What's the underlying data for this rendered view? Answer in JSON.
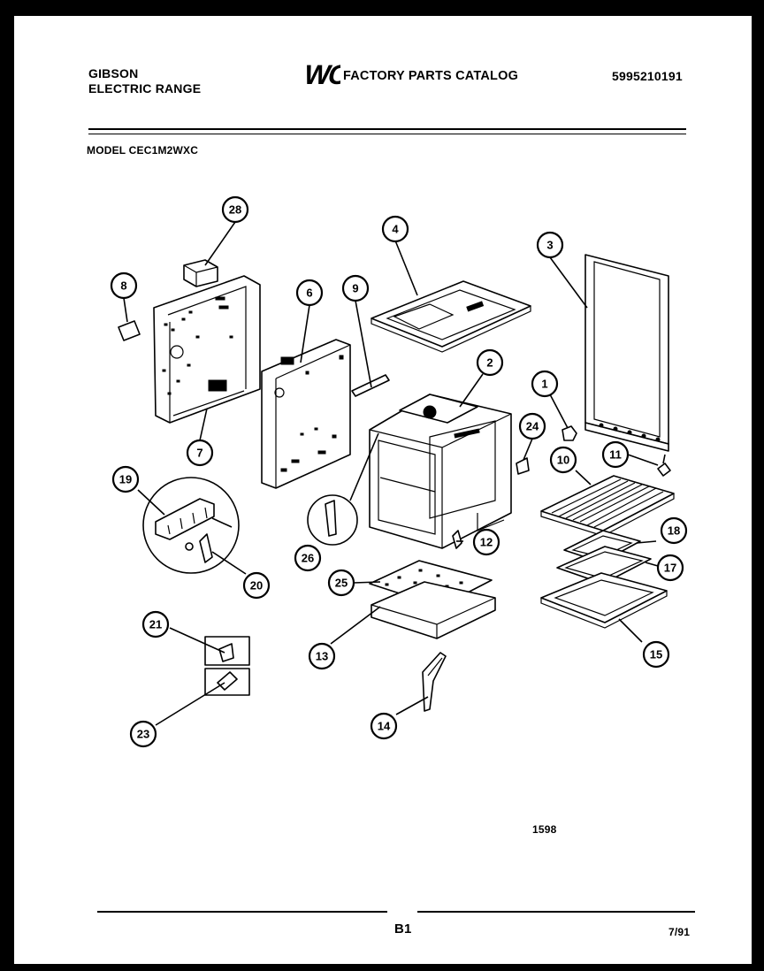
{
  "header": {
    "brand": "GIBSON",
    "product": "ELECTRIC RANGE",
    "logo_text": "WCI",
    "catalog_title": "FACTORY PARTS CATALOG",
    "catalog_number": "5995210191",
    "model": "MODEL CEC1M2WXC"
  },
  "diagram": {
    "callouts": [
      "28",
      "8",
      "6",
      "9",
      "4",
      "3",
      "7",
      "2",
      "1",
      "24",
      "10",
      "11",
      "19",
      "20",
      "26",
      "12",
      "25",
      "18",
      "17",
      "15",
      "21",
      "13",
      "23",
      "14"
    ]
  },
  "footer": {
    "drawing_number": "1598",
    "page_label": "B1",
    "date": "7/91"
  }
}
